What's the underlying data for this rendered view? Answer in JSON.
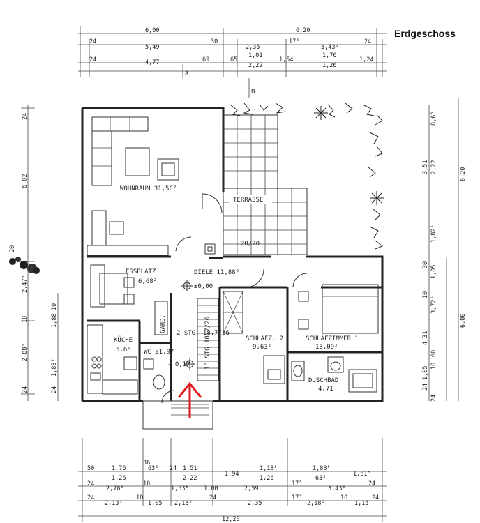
{
  "title": "Erdgeschoss",
  "section_marks": {
    "a": "A",
    "b": "B"
  },
  "rooms": {
    "wohnraum": "WOHNRAUM 31,5C²",
    "terrasse": "TERRASSE",
    "terrasse_steps": "20/20",
    "diele": "DIELE 11,88²",
    "diele_level": "±0,00",
    "essplatz": "ESSPLATZ",
    "essplatz_area": "6,68²",
    "kueche": "KÜCHE",
    "kueche_area": "5,65",
    "garderobe": "GARD.",
    "wc": "WC ±1,97",
    "entry_level": "- 0,17",
    "stairs": "2 STG. 18,7/26",
    "stairs_vertical": "13 STG 18,7/26",
    "schlaf2": "SCHLAFZ. 2",
    "schlaf2_area": "9,63²",
    "schlafzimmer1": "SCHLÄFZIMMER 1",
    "schlafzimmer1_area": "13,09²",
    "duschbad": "DUSCHBAD",
    "duschbad_area": "4,71"
  },
  "dims_top": {
    "row1_left": "6,00",
    "row1_right": "6,20",
    "row2": [
      "24",
      "5,49",
      "30",
      "2,35",
      "17⁵",
      "3,43⁵",
      "24"
    ],
    "row3": [
      "24",
      "4,77",
      "69",
      "65",
      "1,01",
      "1,54",
      "1,76",
      "1,24"
    ],
    "row4": [
      "2,22",
      "1,26"
    ]
  },
  "dims_left": [
    "6,02",
    "24",
    "20",
    "2,47⁵",
    "10",
    "1,88",
    "10",
    "2,88⁵",
    "24",
    "1,88⁵",
    "24"
  ],
  "dims_right": [
    "8,6⁵",
    "3,51",
    "2,22",
    "6,20",
    "1,82⁵",
    "30",
    "1,05",
    "10",
    "3,72⁵",
    "4,31",
    "6,00",
    "60",
    "1,05",
    "10",
    "24",
    "24"
  ],
  "dims_bottom": {
    "row1": [
      "50",
      "1,76",
      "36",
      "63⁵",
      "24",
      "1,51",
      "1,94",
      "1,13⁵",
      "1,88⁵",
      "1,61⁵"
    ],
    "row2": [
      "1,26",
      "2,22",
      "1,26",
      "63⁵"
    ],
    "row3": [
      "24",
      "2,78⁵",
      "10",
      "1,53⁵",
      "1,00",
      "2,59",
      "17⁵",
      "3,43⁵",
      "24"
    ],
    "row4": [
      "24",
      "2,13⁵",
      "10",
      "1,05",
      "2,13⁵",
      "24",
      "2,35",
      "17⁵",
      "2,18⁵",
      "10",
      "1,15",
      "24"
    ],
    "total": "12,20"
  }
}
